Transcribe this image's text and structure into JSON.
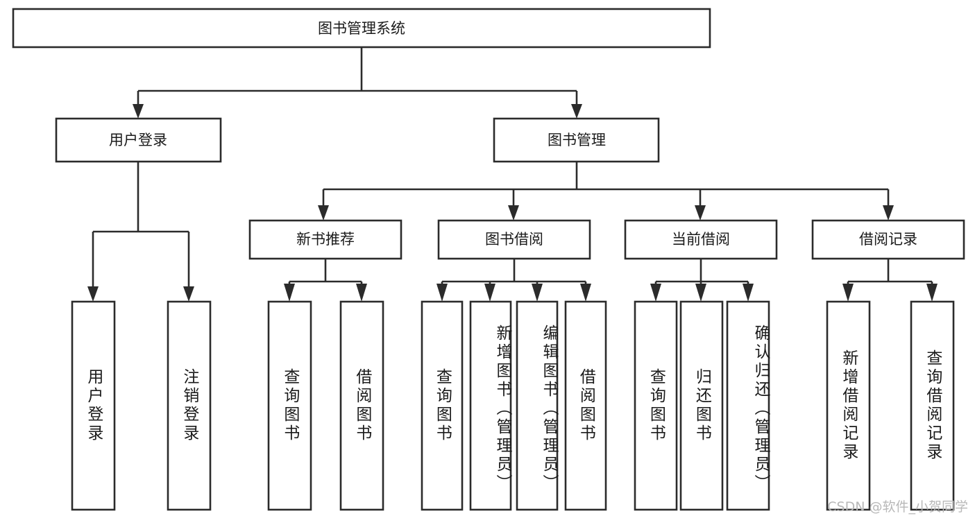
{
  "diagram": {
    "type": "tree",
    "title": "图书管理系统",
    "orientation": "top-down",
    "watermark": "CSDN @软件_小贺同学",
    "colors": {
      "box_stroke": "#2b2b2b",
      "box_fill": "#ffffff",
      "text": "#1a1a1a",
      "watermark": "#b8b8b8",
      "background": "#ffffff"
    },
    "root": {
      "label": "图书管理系统"
    },
    "level2": [
      {
        "label": "用户登录"
      },
      {
        "label": "图书管理"
      }
    ],
    "level3": [
      {
        "label": "新书推荐"
      },
      {
        "label": "图书借阅"
      },
      {
        "label": "当前借阅"
      },
      {
        "label": "借阅记录"
      }
    ],
    "leaves": {
      "user_login": [
        {
          "label": "用户登录"
        },
        {
          "label": "注销登录"
        }
      ],
      "new_book_recommend": [
        {
          "label": "查询图书"
        },
        {
          "label": "借阅图书"
        }
      ],
      "book_borrow": [
        {
          "label": "查询图书"
        },
        {
          "label": "新增图书（管理员）"
        },
        {
          "label": "编辑图书（管理员）"
        },
        {
          "label": "借阅图书"
        }
      ],
      "current_borrow": [
        {
          "label": "查询图书"
        },
        {
          "label": "归还图书"
        },
        {
          "label": "确认归还（管理员）"
        }
      ],
      "borrow_record": [
        {
          "label": "新增借阅记录"
        },
        {
          "label": "查询借阅记录"
        }
      ]
    }
  }
}
